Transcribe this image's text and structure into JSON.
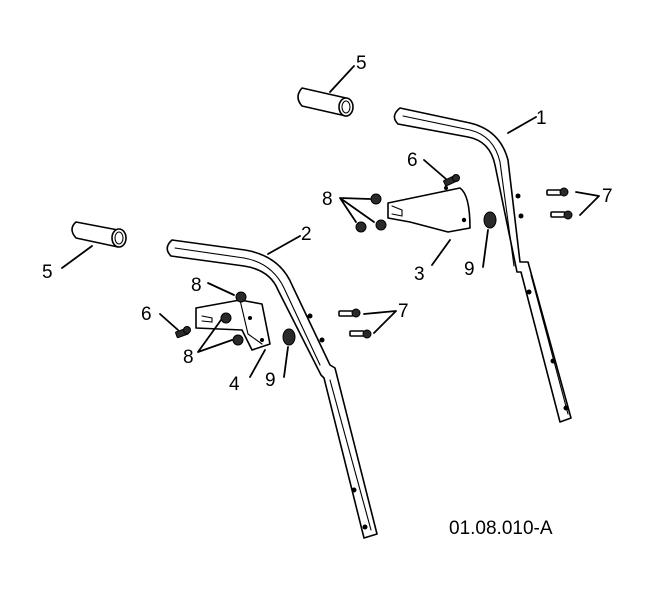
{
  "diagram": {
    "drawing_code": "01.08.010-A",
    "callouts": {
      "c1": "1",
      "c2": "2",
      "c3": "3",
      "c4": "4",
      "c5a": "5",
      "c5b": "5",
      "c6a": "6",
      "c6b": "6",
      "c7a": "7",
      "c7b": "7",
      "c8a": "8",
      "c8b": "8",
      "c8c": "8",
      "c9a": "9",
      "c9b": "9"
    }
  }
}
